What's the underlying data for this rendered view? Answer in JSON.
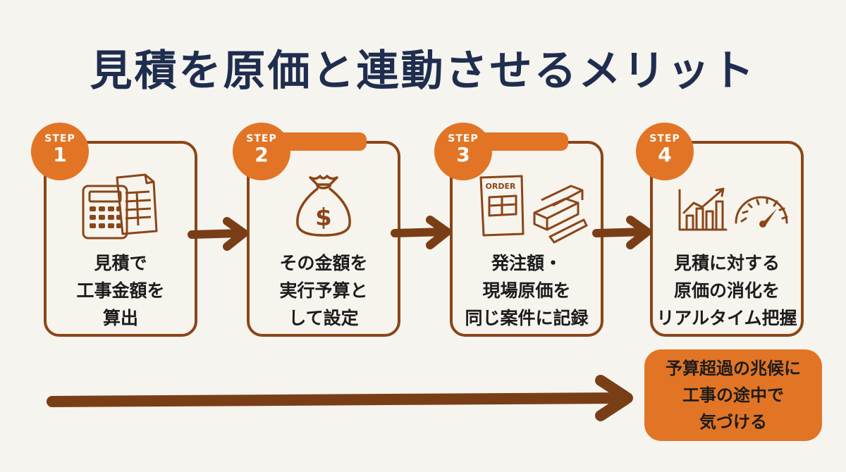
{
  "title": "見積を原価と連動させるメリット",
  "steps": [
    {
      "label": "STEP",
      "num": "1",
      "text": "見積で\n工事金額を\n算出",
      "icon": "calculator-and-document-icon"
    },
    {
      "label": "STEP",
      "num": "2",
      "text": "その金額を\n実行予算と\nして設定",
      "icon": "money-bag-icon"
    },
    {
      "label": "STEP",
      "num": "3",
      "text": "発注額・\n現場原価を\n同じ案件に記録",
      "icon": "order-and-lumber-icon",
      "icon_text": "ORDER"
    },
    {
      "label": "STEP",
      "num": "4",
      "text": "見積に対する\n原価の消化を\nリアルタイム把握",
      "icon": "chart-and-gauge-icon"
    }
  ],
  "result": "予算超過の兆候に\n工事の途中で\n気づける",
  "colors": {
    "accent": "#e27525",
    "brown": "#8a4618",
    "navy": "#1f2d4e",
    "background": "#f6f4ef"
  }
}
